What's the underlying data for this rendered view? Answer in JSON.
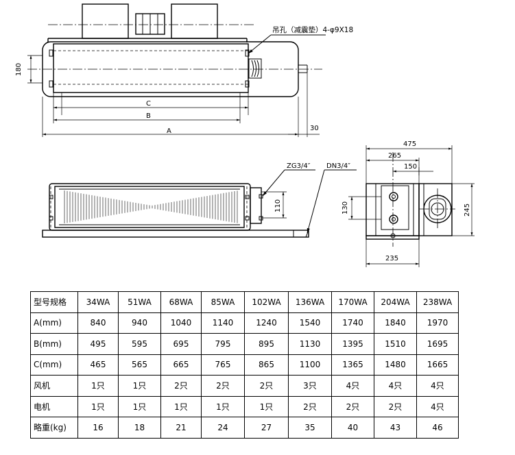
{
  "labels": {
    "hanging_hole": "吊孔（减震垫）4-φ9X18",
    "zg": "ZG3/4″",
    "dn": "DN3/4″"
  },
  "dimensions": {
    "h180": "180",
    "c": "C",
    "b": "B",
    "a": "A",
    "d30": "30",
    "d110": "110",
    "d475": "475",
    "d265": "265",
    "d150": "150",
    "d130": "130",
    "d245": "245",
    "d235": "235"
  },
  "table": {
    "columns": [
      "型号规格",
      "34WA",
      "51WA",
      "68WA",
      "85WA",
      "102WA",
      "136WA",
      "170WA",
      "204WA",
      "238WA"
    ],
    "rows": [
      {
        "label": "A(mm)",
        "values": [
          "840",
          "940",
          "1040",
          "1140",
          "1240",
          "1540",
          "1740",
          "1840",
          "1970"
        ]
      },
      {
        "label": "B(mm)",
        "values": [
          "495",
          "595",
          "695",
          "795",
          "895",
          "1130",
          "1395",
          "1510",
          "1695"
        ]
      },
      {
        "label": "C(mm)",
        "values": [
          "465",
          "565",
          "665",
          "765",
          "865",
          "1100",
          "1365",
          "1480",
          "1665"
        ]
      },
      {
        "label": "风机",
        "values": [
          "1只",
          "1只",
          "2只",
          "2只",
          "2只",
          "3只",
          "4只",
          "4只",
          "4只"
        ]
      },
      {
        "label": "电机",
        "values": [
          "1只",
          "1只",
          "1只",
          "1只",
          "1只",
          "2只",
          "2只",
          "2只",
          "4只"
        ]
      },
      {
        "label": "略重(kg)",
        "values": [
          "16",
          "18",
          "21",
          "24",
          "27",
          "35",
          "40",
          "43",
          "46"
        ]
      }
    ]
  }
}
